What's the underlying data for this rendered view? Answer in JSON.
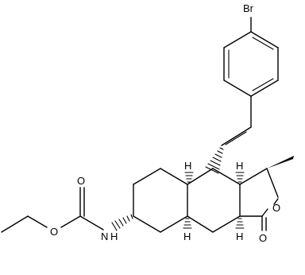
{
  "colors": {
    "background": "#ffffff",
    "ink": "#000000"
  },
  "atoms": {
    "bromine": "Br",
    "ring_oxygen": "O",
    "carbonyl_oxygen": "O",
    "ester_oxygen": "O",
    "carbamate_carbonyl_oxygen": "O",
    "amide_nitrogen": "N",
    "amide_hydrogen": "H",
    "stereo_h_1": "H",
    "stereo_h_2": "H",
    "stereo_h_3": "H",
    "stereo_h_4": "H"
  }
}
